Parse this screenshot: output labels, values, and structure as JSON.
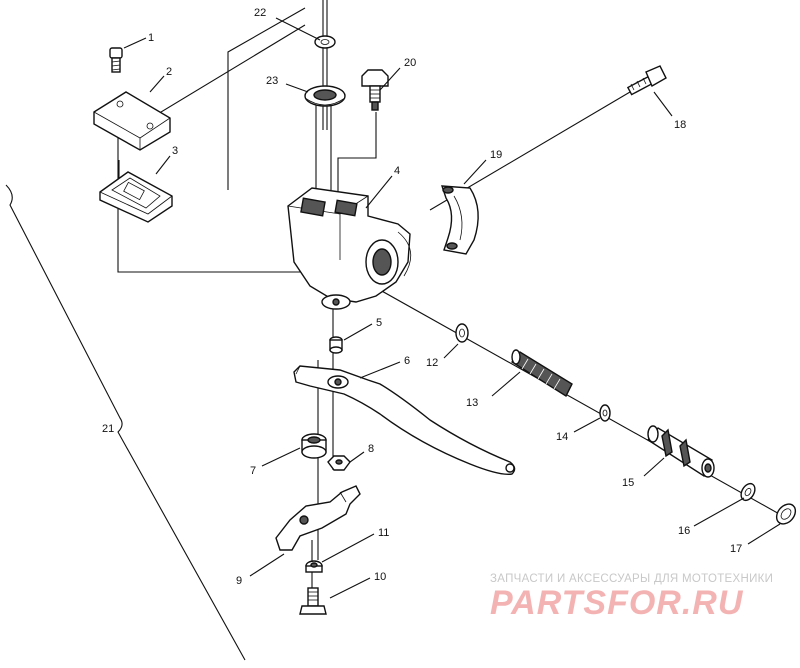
{
  "diagram": {
    "parts": [
      {
        "id": "1",
        "name": "screw"
      },
      {
        "id": "2",
        "name": "reservoir-cover"
      },
      {
        "id": "3",
        "name": "diaphragm"
      },
      {
        "id": "4",
        "name": "master-cylinder-body"
      },
      {
        "id": "5",
        "name": "bushing"
      },
      {
        "id": "6",
        "name": "brake-lever"
      },
      {
        "id": "7",
        "name": "spring"
      },
      {
        "id": "8",
        "name": "nut"
      },
      {
        "id": "9",
        "name": "bracket"
      },
      {
        "id": "10",
        "name": "bolt"
      },
      {
        "id": "11",
        "name": "nut"
      },
      {
        "id": "12",
        "name": "washer"
      },
      {
        "id": "13",
        "name": "spring"
      },
      {
        "id": "14",
        "name": "washer"
      },
      {
        "id": "15",
        "name": "piston"
      },
      {
        "id": "16",
        "name": "washer"
      },
      {
        "id": "17",
        "name": "ring"
      },
      {
        "id": "18",
        "name": "screw"
      },
      {
        "id": "19",
        "name": "clamp"
      },
      {
        "id": "20",
        "name": "bleed-screw"
      },
      {
        "id": "21",
        "name": "assembly"
      },
      {
        "id": "22",
        "name": "washer"
      },
      {
        "id": "23",
        "name": "boot"
      }
    ]
  },
  "watermark": {
    "tagline": "ЗАПЧАСТИ И АКСЕССУАРЫ ДЛЯ МОТОТЕХНИКИ",
    "brand": "PARTSFOR.RU"
  }
}
